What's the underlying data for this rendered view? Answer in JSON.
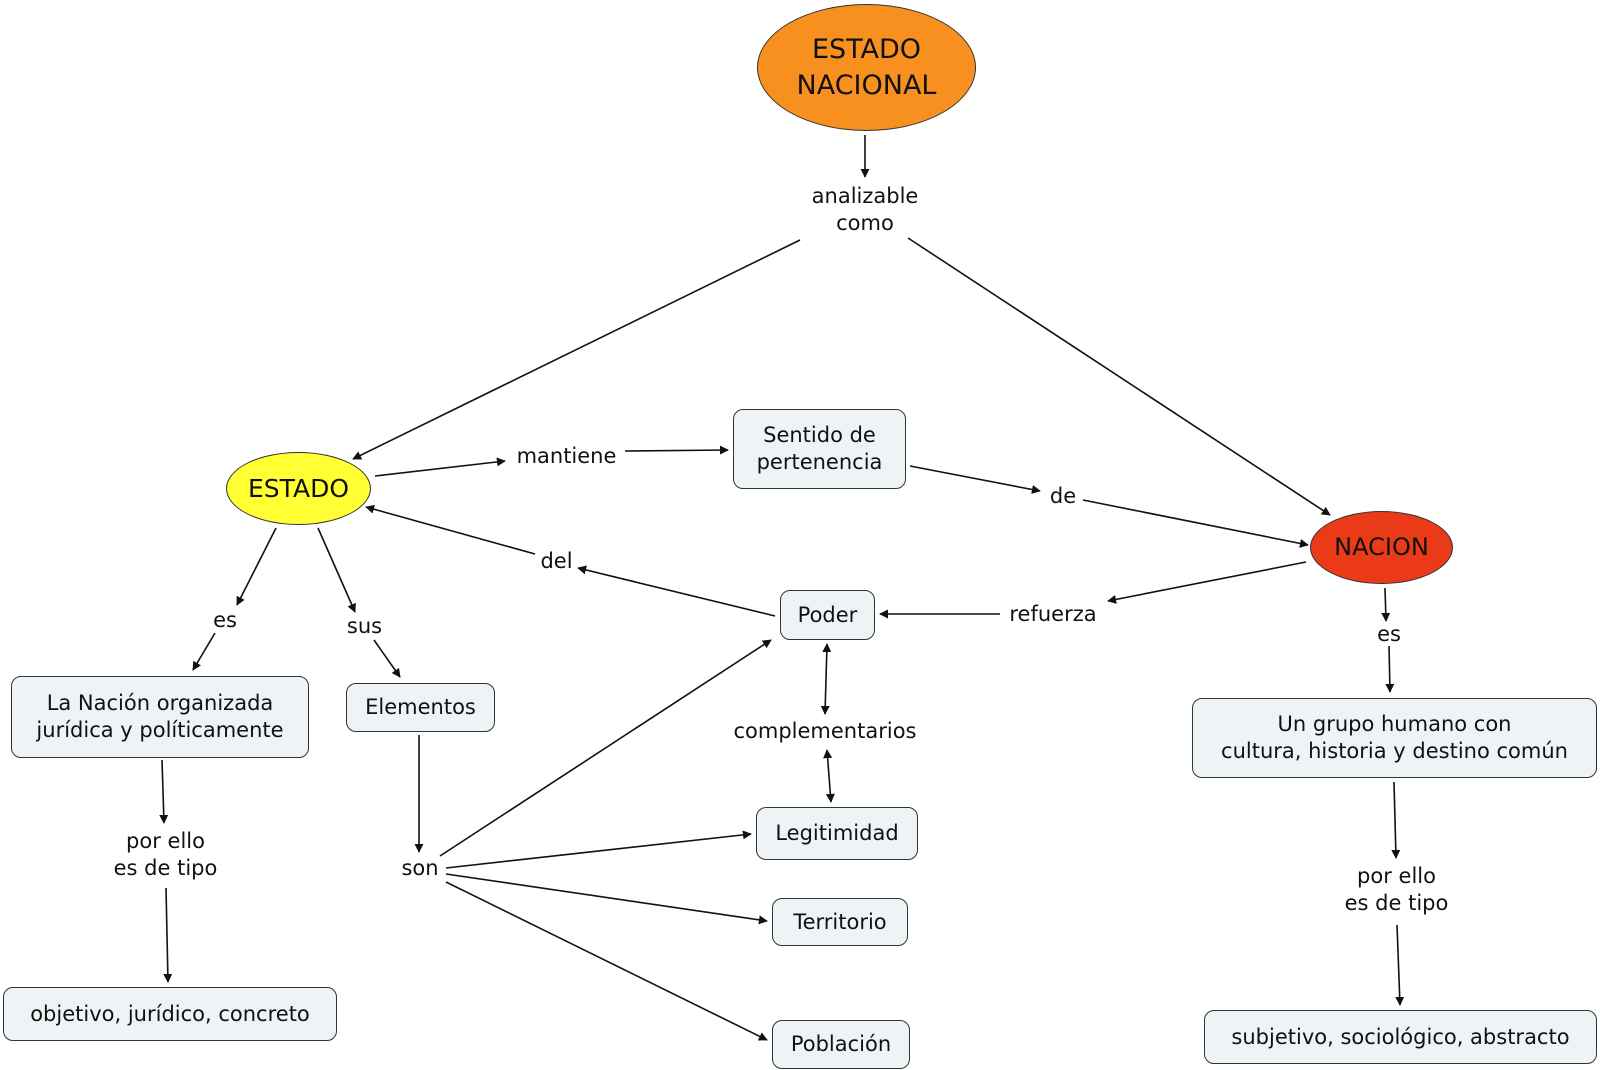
{
  "colors": {
    "root_fill": "#f7901e",
    "estado_fill": "#ffff33",
    "nacion_fill": "#ea3a18",
    "concept_fill": "#eef3f5",
    "line": "#111111"
  },
  "nodes": {
    "estado_nacional": "ESTADO\nNACIONAL",
    "estado": "ESTADO",
    "nacion": "NACION",
    "sentido": "Sentido de\npertenencia",
    "poder": "Poder",
    "nacion_organizada": "La Nación organizada\njurídica y políticamente",
    "elementos": "Elementos",
    "legitimidad": "Legitimidad",
    "territorio": "Territorio",
    "poblacion": "Población",
    "objetivo": "objetivo, jurídico, concreto",
    "grupo_humano": "Un grupo humano con\ncultura, historia y destino común",
    "subjetivo": "subjetivo, sociológico, abstracto"
  },
  "links": {
    "analizable": "analizable\ncomo",
    "mantiene": "mantiene",
    "de": "de",
    "del": "del",
    "refuerza": "refuerza",
    "es_estado": "es",
    "sus": "sus",
    "es_nacion": "es",
    "por_ello_left": "por ello\nes de tipo",
    "por_ello_right": "por ello\nes de tipo",
    "son": "son",
    "complementarios": "complementarios"
  }
}
